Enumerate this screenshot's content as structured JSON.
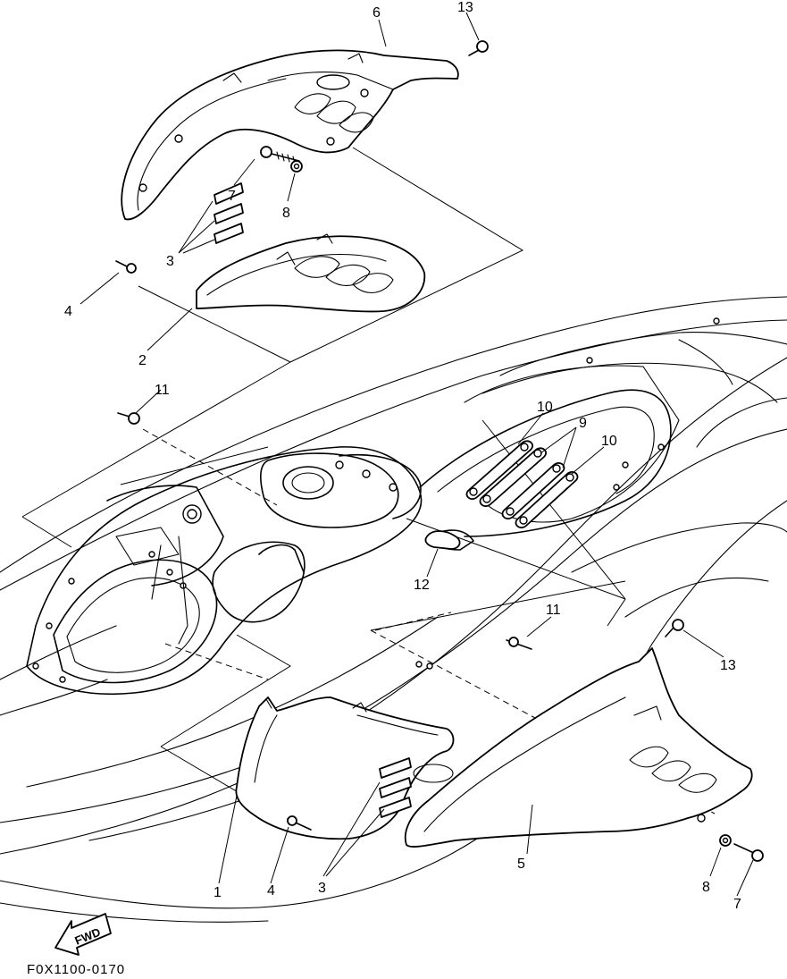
{
  "drawing_code": "F0X1100-0170",
  "fwd_label": "FWD",
  "callouts": {
    "c6": "6",
    "c13a": "13",
    "c7a": "7",
    "c8a": "8",
    "c3a": "3",
    "c4a": "4",
    "c2": "2",
    "c11a": "11",
    "c10a": "10",
    "c9": "9",
    "c10b": "10",
    "c12": "12",
    "c11b": "11",
    "c13b": "13",
    "c1": "1",
    "c4b": "4",
    "c3b": "3",
    "c5": "5",
    "c8b": "8",
    "c7b": "7"
  }
}
